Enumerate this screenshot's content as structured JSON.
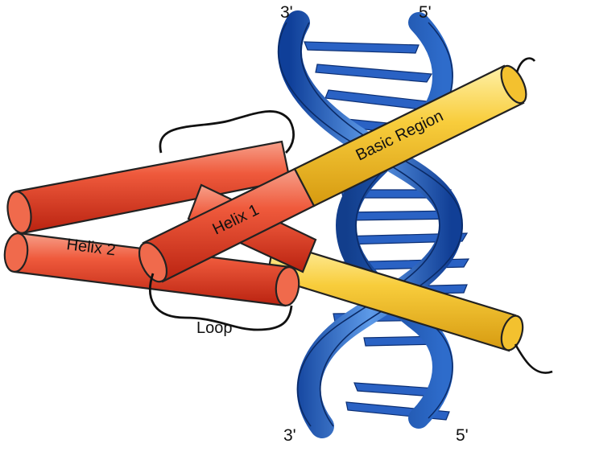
{
  "labels": {
    "dna_top_left": "3'",
    "dna_top_right": "5'",
    "dna_bottom_left": "3'",
    "dna_bottom_right": "5'",
    "basic_region": "Basic Region",
    "helix_1": "Helix 1",
    "helix_2": "Helix 2",
    "loop": "Loop"
  },
  "colors": {
    "helix_red": "#e8432a",
    "basic_yellow": "#f6c431",
    "dna_blue": "#1f5fbf"
  }
}
